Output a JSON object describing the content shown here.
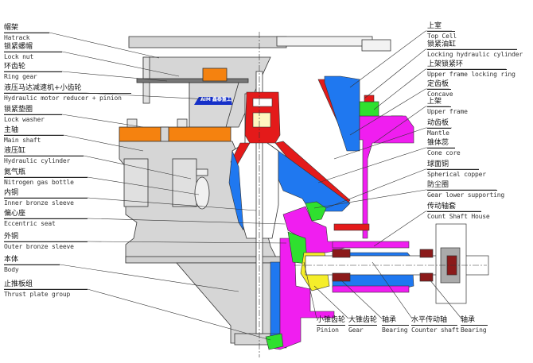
{
  "title": "Cone crusher cross-section",
  "colors": {
    "casing": "#d6d6d6",
    "orange": "#f5820f",
    "red": "#e41a1a",
    "blue": "#1f78f0",
    "magenta": "#f01ef0",
    "green": "#2fe02f",
    "yellow": "#f5ee2a",
    "bearing": "#8b1a1a",
    "line": "#222222",
    "logo": "#1530c8"
  },
  "logo_text": "AIM 鑫泰重工",
  "labels_left": [
    {
      "zh": "帽架",
      "en": "Hatrack"
    },
    {
      "zh": "锁紧螺帽",
      "en": "Lock nut"
    },
    {
      "zh": "环齿轮",
      "en": "Ring gear"
    },
    {
      "zh": "液压马达减速机+小齿轮",
      "en": "Hydraulic motor reducer + pinion"
    },
    {
      "zh": "锁紧垫圈",
      "en": "Lock washer"
    },
    {
      "zh": "主轴",
      "en": "Main shaft"
    },
    {
      "zh": "液压缸",
      "en": "Hydraulic cylinder"
    },
    {
      "zh": "氮气瓶",
      "en": "Nitrogen gas bottle"
    },
    {
      "zh": "内铜",
      "en": "Inner bronze sleeve"
    },
    {
      "zh": "偏心座",
      "en": "Eccentric seat"
    },
    {
      "zh": "外铜",
      "en": "Outer bronze sleeve"
    },
    {
      "zh": "本体",
      "en": "Body"
    },
    {
      "zh": "止推板组",
      "en": "Thrust plate group"
    }
  ],
  "labels_right": [
    {
      "zh": "上室",
      "en": "Top Cell"
    },
    {
      "zh": "锁紧油缸",
      "en": "Locking hydraulic cylinder"
    },
    {
      "zh": "上架锁紧环",
      "en": "Upper frame locking ring"
    },
    {
      "zh": "定齿板",
      "en": "Concave"
    },
    {
      "zh": "上架",
      "en": "Upper frame"
    },
    {
      "zh": "动齿板",
      "en": "Mantle"
    },
    {
      "zh": "锥体蕊",
      "en": "Cone core"
    },
    {
      "zh": "球面铜",
      "en": "Spherical copper"
    },
    {
      "zh": "防尘圈",
      "en": "Gear lower supporting"
    },
    {
      "zh": "传动轴套",
      "en": "Count Shaft House"
    }
  ],
  "labels_bottom": [
    {
      "zh": "小锥齿轮",
      "en": "Pinion"
    },
    {
      "zh": "大锥齿轮",
      "en": "Gear"
    },
    {
      "zh": "轴承",
      "en": "Bearing"
    },
    {
      "zh": "水平传动轴",
      "en": "Counter shaft"
    },
    {
      "zh": "轴承",
      "en": "Bearing"
    }
  ]
}
